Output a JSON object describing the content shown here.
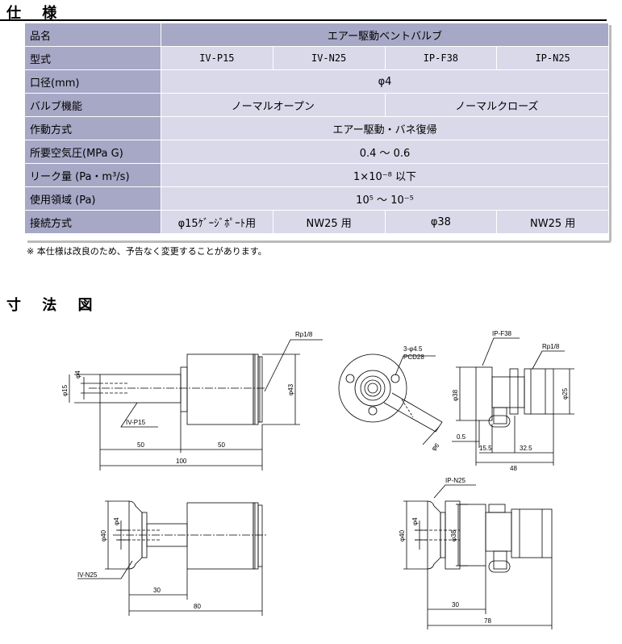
{
  "section1": {
    "title": "仕 様"
  },
  "spec": {
    "rows": [
      {
        "label": "品名",
        "cells": [
          {
            "text": "エアー駆動ベントバルブ",
            "span": 4
          }
        ]
      },
      {
        "label": "型式",
        "cells": [
          {
            "text": "IV-P15",
            "span": 1,
            "mono": true
          },
          {
            "text": "IV-N25",
            "span": 1,
            "mono": true
          },
          {
            "text": "IP-F38",
            "span": 1,
            "mono": true
          },
          {
            "text": "IP-N25",
            "span": 1,
            "mono": true
          }
        ]
      },
      {
        "label": "口径(mm)",
        "cells": [
          {
            "text": "φ4",
            "span": 4
          }
        ]
      },
      {
        "label": "バルブ機能",
        "cells": [
          {
            "text": "ノーマルオープン",
            "span": 2
          },
          {
            "text": "ノーマルクローズ",
            "span": 2
          }
        ]
      },
      {
        "label": "作動方式",
        "cells": [
          {
            "text": "エアー駆動・バネ復帰",
            "span": 4
          }
        ]
      },
      {
        "label": "所要空気圧(MPa G)",
        "cells": [
          {
            "text": "0.4 ～ 0.6",
            "span": 4
          }
        ]
      },
      {
        "label": "リーク量 (Pa・m³/s)",
        "cells": [
          {
            "text": "1×10⁻⁸ 以下",
            "span": 4
          }
        ]
      },
      {
        "label": "使用領域 (Pa)",
        "cells": [
          {
            "text": "10⁵ ～ 10⁻⁵",
            "span": 4
          }
        ]
      },
      {
        "label": "接続方式",
        "cells": [
          {
            "text": "φ15ｹﾞｰｼﾞﾎﾟｰﾄ用",
            "span": 1
          },
          {
            "text": "NW25 用",
            "span": 1
          },
          {
            "text": "φ38",
            "span": 1
          },
          {
            "text": "NW25 用",
            "span": 1
          }
        ]
      }
    ]
  },
  "note": "※  本仕様は改良のため、予告なく変更することがあります。",
  "section2": {
    "title": "寸 法 図"
  },
  "drawing": {
    "labels": {
      "iv_p15": "IV-P15",
      "iv_n25": "IV-N25",
      "ip_f38": "IP-F38",
      "ip_n25": "IP-N25",
      "rp": "Rp1/8",
      "hole": "3-φ4.5",
      "pcd": "PCD28"
    },
    "dims": {
      "d4": "φ4",
      "d15": "φ15",
      "d43": "φ43",
      "d50a": "50",
      "d50b": "50",
      "d100": "100",
      "d6": "φ6",
      "d05": "0.5",
      "d155": "15.5",
      "d325": "32.5",
      "d48": "48",
      "d38": "φ38",
      "d25": "φ25",
      "d40": "φ40",
      "d30": "30",
      "d80": "80",
      "d78": "78"
    }
  }
}
